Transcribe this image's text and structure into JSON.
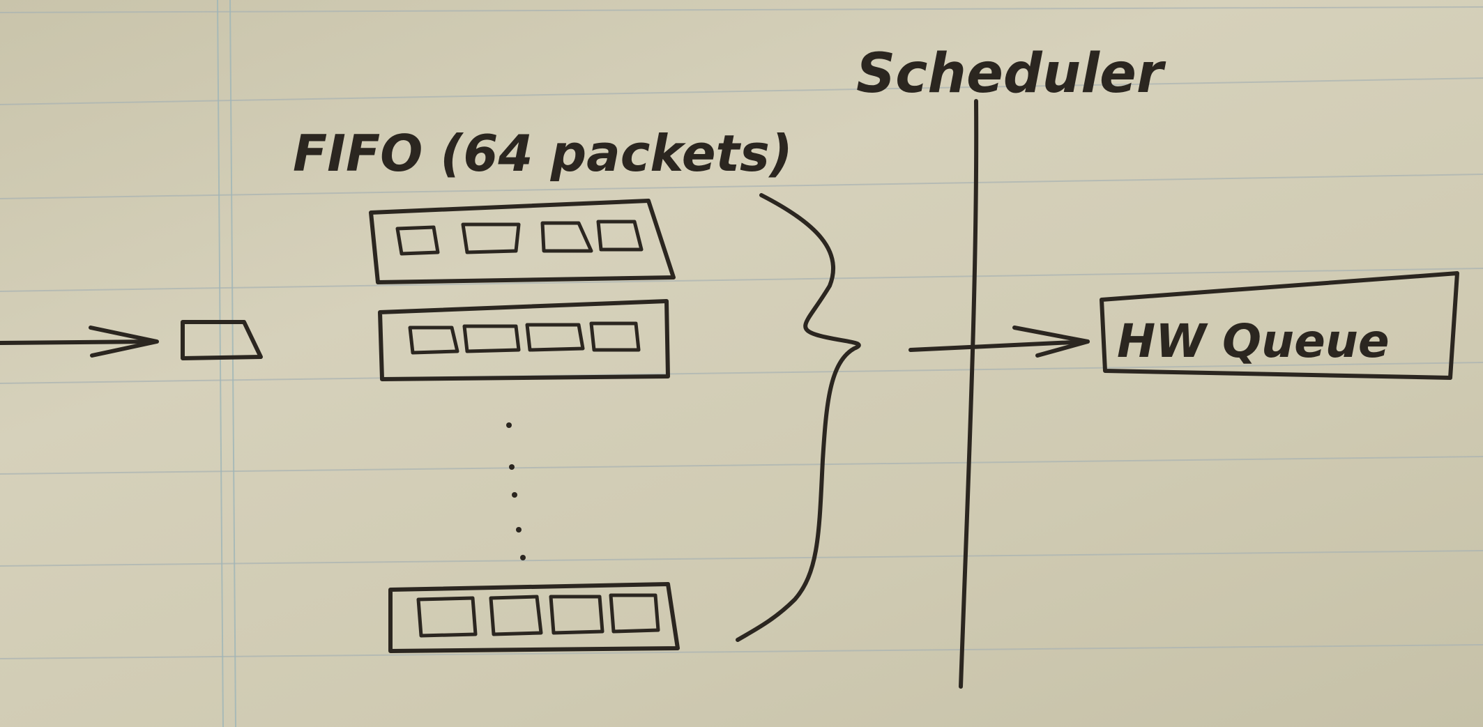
{
  "labels": {
    "scheduler": "Scheduler",
    "fifo": "FIFO (64 packets)",
    "hw_queue": "HW Queue"
  },
  "colors": {
    "paper": "#cfcab3",
    "ink": "#2b2620",
    "rule_line": "#a9b3b3",
    "margin_line": "#9fb6b8"
  }
}
